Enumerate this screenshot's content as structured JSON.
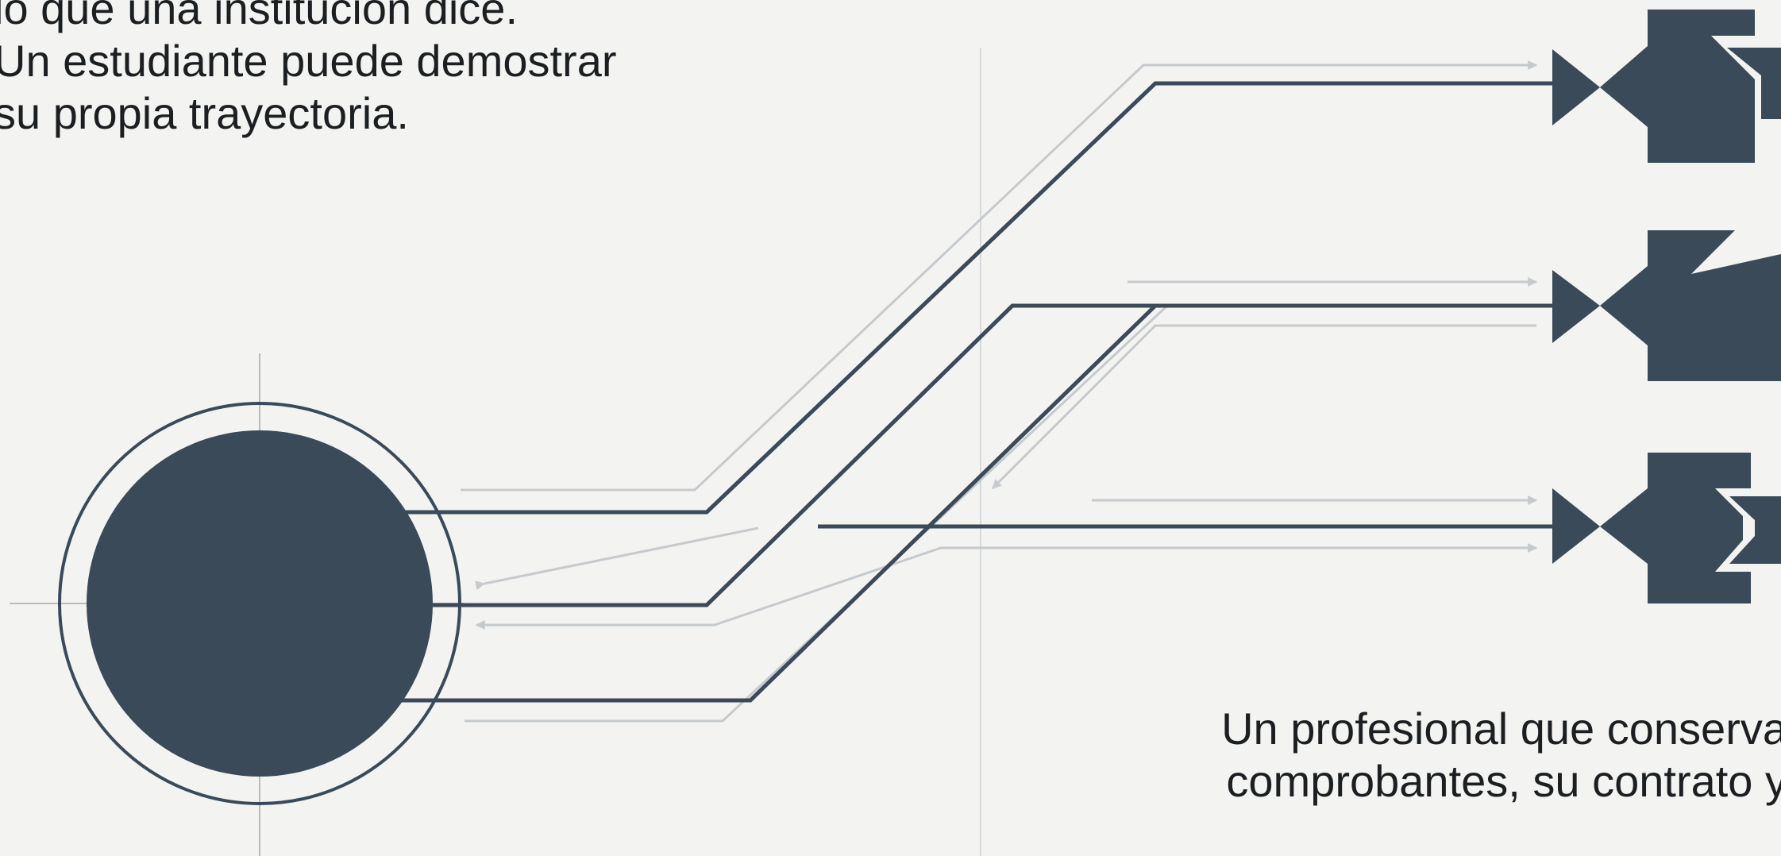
{
  "intro_text": {
    "lines": [
      "lo que una institución dice.",
      "Un estudiante puede demostrar",
      "su propia trayectoria."
    ]
  },
  "outro_text": {
    "lines": [
      "Un profesional que conserva",
      "comprobantes, su contrato y"
    ]
  },
  "colors": {
    "background": "#f3f3f1",
    "primary": "#3a4a58",
    "secondary_line": "#c6cacd",
    "text": "#1c1f22"
  },
  "diagram": {
    "hub": "person-circle",
    "outputs": [
      "credential-node-1",
      "credential-node-2",
      "credential-node-3"
    ]
  }
}
